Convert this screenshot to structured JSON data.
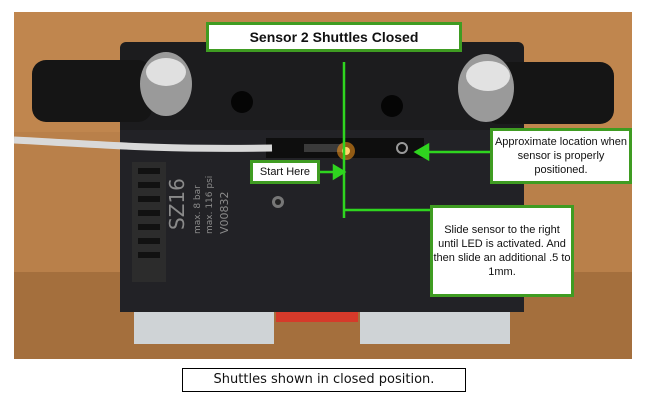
{
  "callouts": {
    "title": "Sensor 2 Shuttles Closed",
    "location": "Approximate location when sensor is properly positioned.",
    "start": "Start Here",
    "slide": "Slide sensor to the right until LED is activated. And then slide an additional .5 to 1mm."
  },
  "device_label": {
    "model": "SZ16",
    "pressure_bar": "max. 8 bar",
    "pressure_psi": "max. 116 psi",
    "part_no": "V00832"
  },
  "caption": "Shuttles shown in closed position.",
  "colors": {
    "callout_border": "#3f9c22",
    "arrow": "#2fd51f",
    "led": "#ff9a1a"
  }
}
